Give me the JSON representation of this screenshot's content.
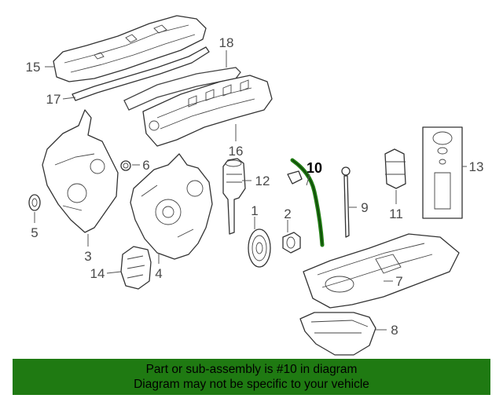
{
  "diagram": {
    "highlight_color": "#1f7a12",
    "labels": [
      {
        "id": "1",
        "text": "1"
      },
      {
        "id": "2",
        "text": "2"
      },
      {
        "id": "3",
        "text": "3"
      },
      {
        "id": "4",
        "text": "4"
      },
      {
        "id": "5",
        "text": "5"
      },
      {
        "id": "6",
        "text": "6"
      },
      {
        "id": "7",
        "text": "7"
      },
      {
        "id": "8",
        "text": "8"
      },
      {
        "id": "9",
        "text": "9"
      },
      {
        "id": "10",
        "text": "10"
      },
      {
        "id": "11",
        "text": "11"
      },
      {
        "id": "12",
        "text": "12"
      },
      {
        "id": "13",
        "text": "13"
      },
      {
        "id": "14",
        "text": "14"
      },
      {
        "id": "15",
        "text": "15"
      },
      {
        "id": "16",
        "text": "16"
      },
      {
        "id": "17",
        "text": "17"
      },
      {
        "id": "18",
        "text": "18"
      }
    ]
  },
  "banner": {
    "line1": "Part or sub-assembly is #10 in diagram",
    "line2": "Diagram may not be specific to your vehicle",
    "background": "#1f7a12"
  }
}
